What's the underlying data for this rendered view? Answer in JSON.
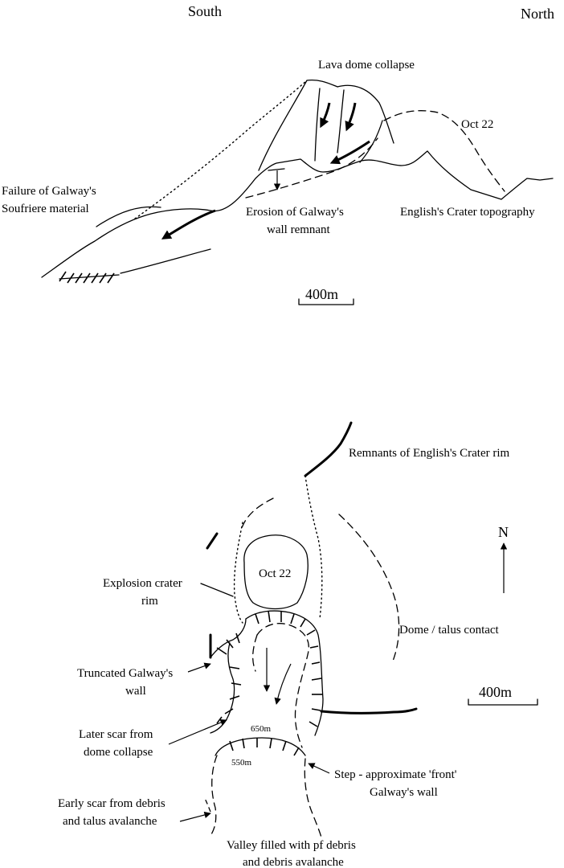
{
  "cross_section": {
    "label_south": "South",
    "label_north": "North",
    "label_lava_dome_collapse": "Lava dome collapse",
    "label_oct22": "Oct 22",
    "label_failure_line1": "Failure of Galway's",
    "label_failure_line2": "Soufriere material",
    "label_erosion_line1": "Erosion of Galway's",
    "label_erosion_line2": "wall remnant",
    "label_english_topo": "English's Crater topography",
    "scale_label": "400m"
  },
  "plan_map": {
    "label_remnants": "Remnants of English's Crater rim",
    "north_label": "N",
    "label_oct22": "Oct 22",
    "label_explosion_line1": "Explosion crater",
    "label_explosion_line2": "rim",
    "label_dome_talus": "Dome / talus contact",
    "label_truncated_line1": "Truncated Galway's",
    "label_truncated_line2": "wall",
    "scale_label": "400m",
    "label_later_scar_line1": "Later scar from",
    "label_later_scar_line2": "dome collapse",
    "contour_650": "650m",
    "contour_550": "550m",
    "label_step_line1": "Step - approximate 'front'",
    "label_step_line2": "Galway's wall",
    "label_early_scar_line1": "Early scar from debris",
    "label_early_scar_line2": "and talus avalanche",
    "label_valley_line1": "Valley filled with pf debris",
    "label_valley_line2": "and debris avalanche"
  }
}
